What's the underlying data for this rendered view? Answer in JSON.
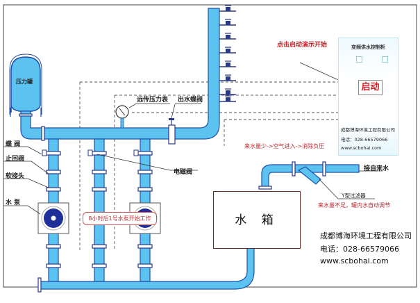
{
  "diagram": {
    "components": {
      "pressure_tank": "压力罐",
      "butterfly_valve": "蝶 阀",
      "check_valve": "止回阀",
      "flexible_joint": "软接头",
      "water_pump": "水 泵",
      "remote_pressure_gauge": "远传压力表",
      "outlet_butterfly_valve": "出水蝶阀",
      "solenoid_valve": "电磁阀",
      "water_tank": "水 箱",
      "y_strainer": "Y型过滤器",
      "city_water_inlet": "接自来水"
    },
    "annotations": {
      "demo_hint": "点击启动演示开始",
      "low_inflow_note": "来水量少->空气进入->消除负压",
      "insufficient_inflow_note": "来水量不足，罐内水自动调节",
      "pump_callout": "8小时后1号水泵开始工作"
    },
    "control_cabinet": {
      "title": "变频供水控制柜",
      "start_button": "启动",
      "company": "成都博海环境工程有限公司",
      "phone": "电话：028-66579066",
      "website": "www.scbohai.com"
    },
    "footer": {
      "company": "成都博海环境工程有限公司",
      "phone": "电话：028-66579066",
      "website": "www.scbohai.com"
    },
    "colors": {
      "water": "#5cc3f0",
      "pipe_outline": "#1e4fa8",
      "accent_red": "#c0282f",
      "pump_impeller": "#1f2f9a"
    }
  }
}
